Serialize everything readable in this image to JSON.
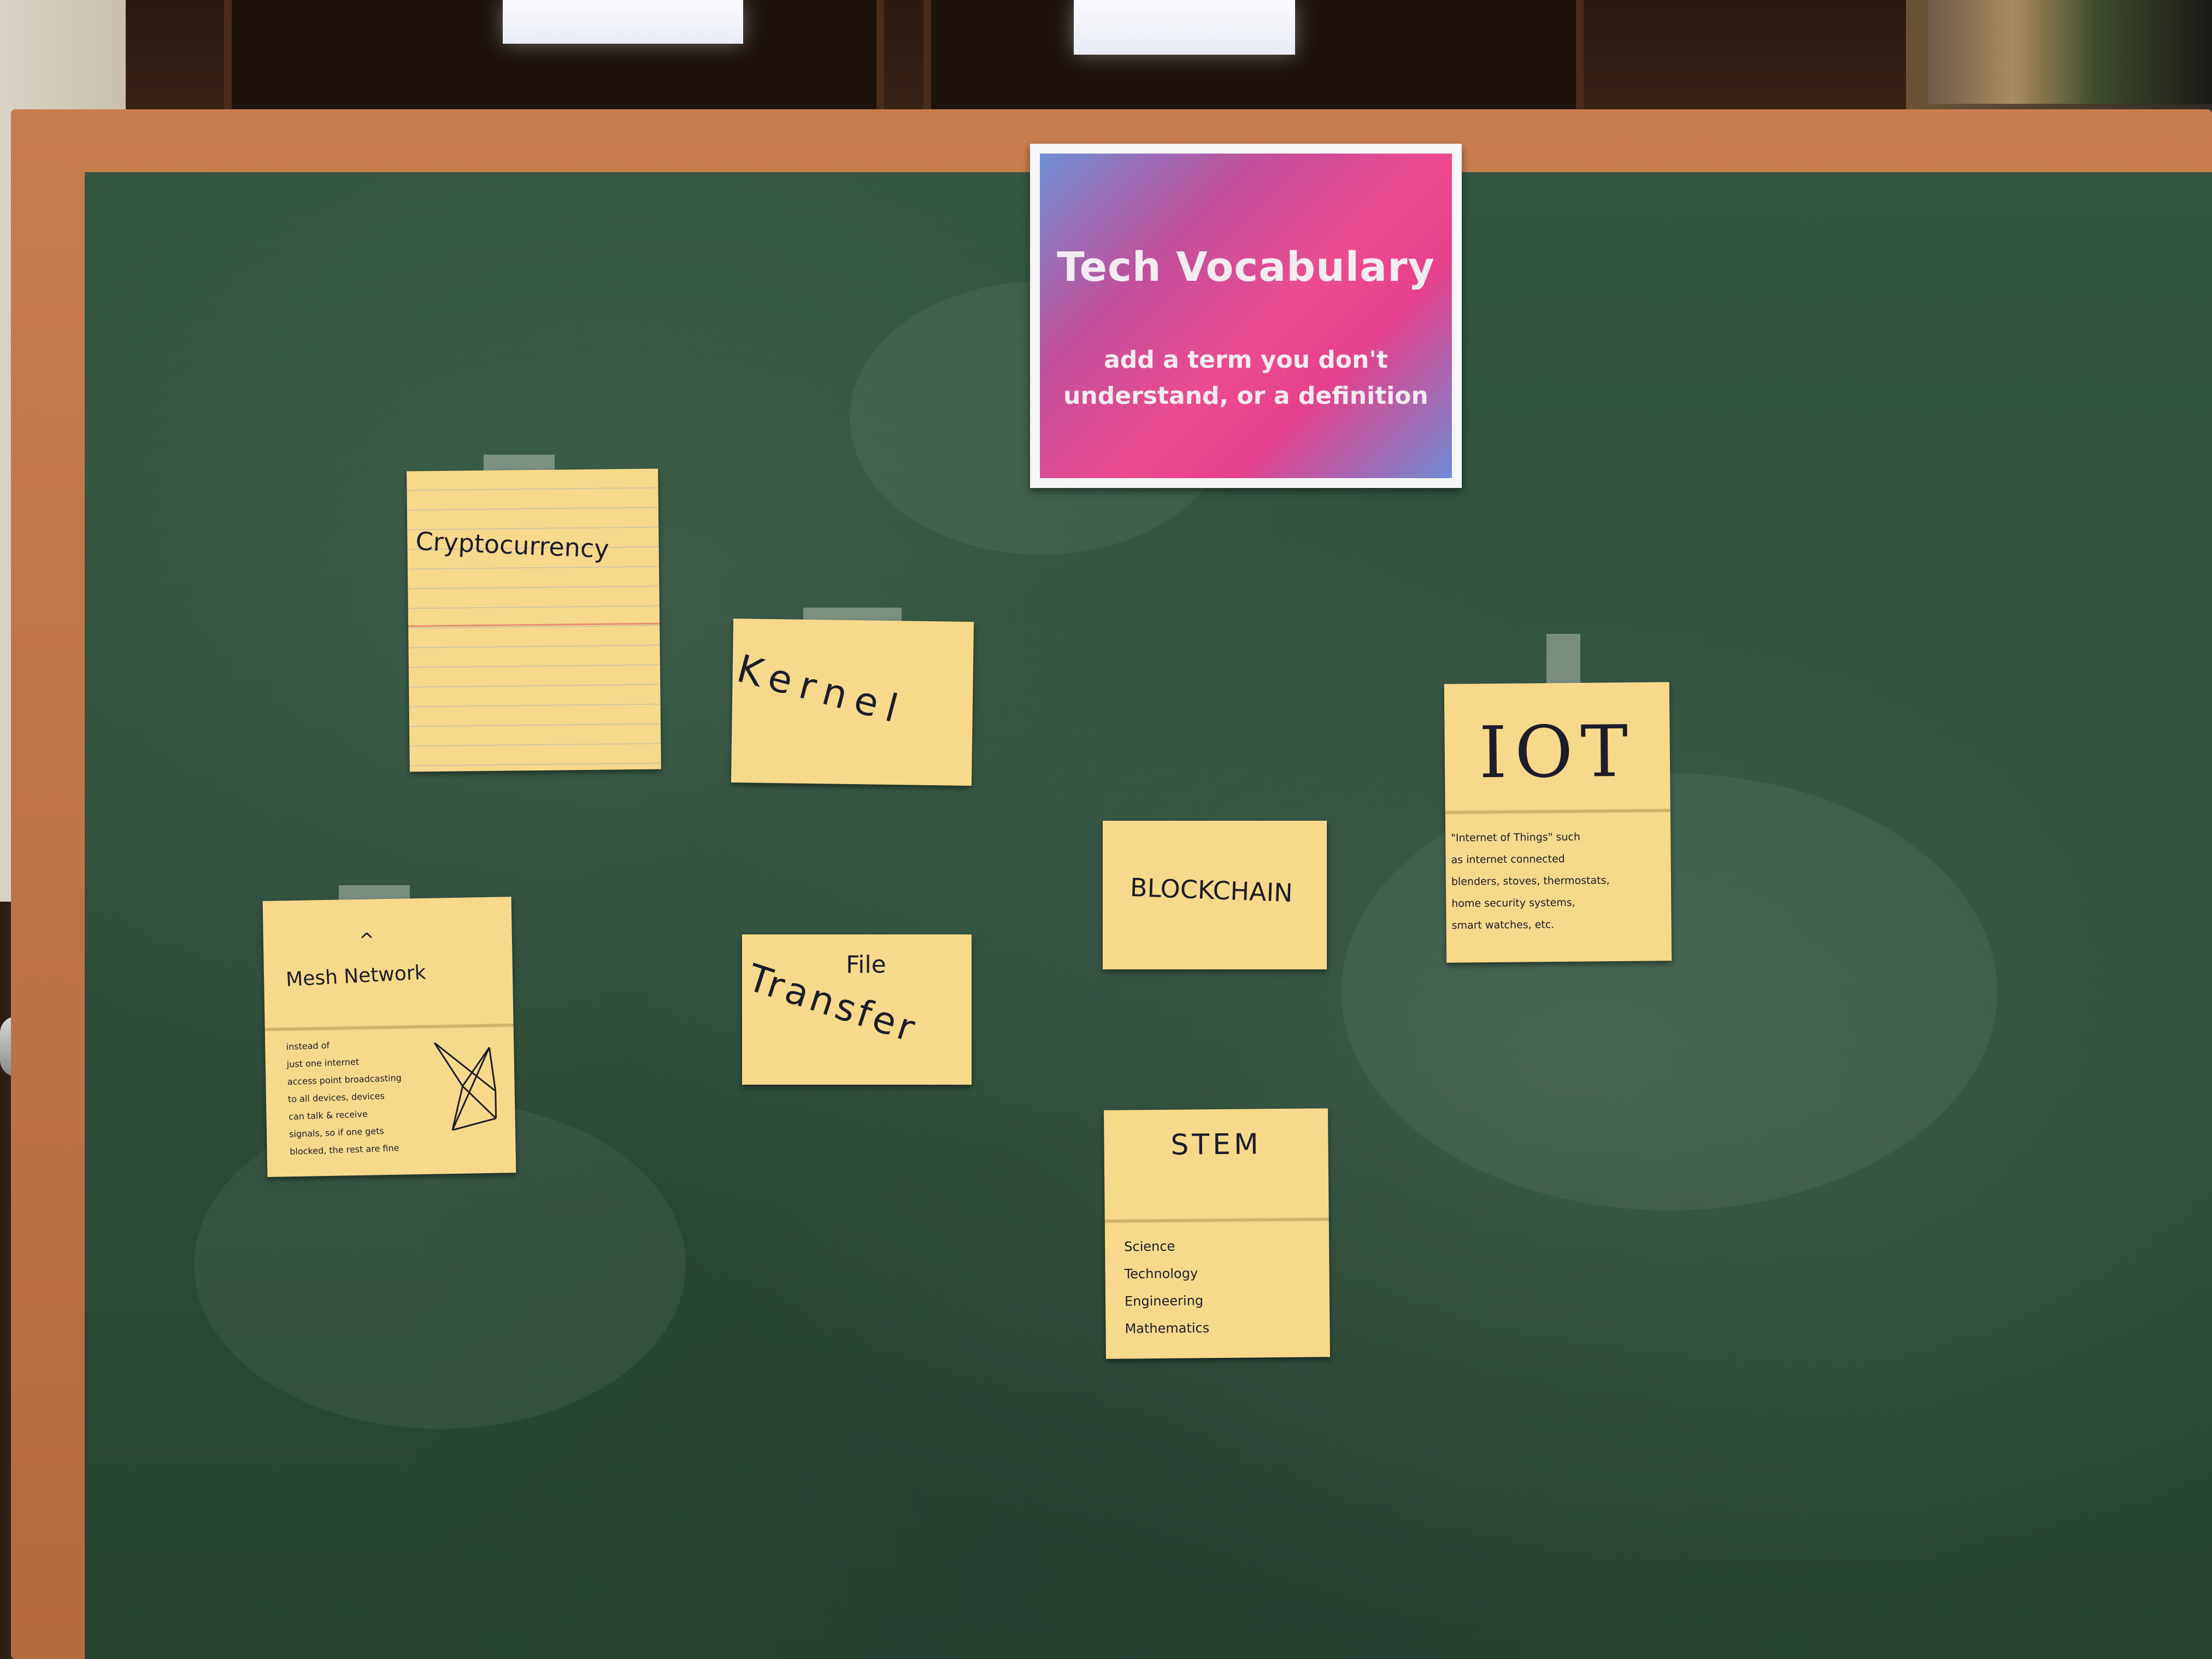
{
  "sign": {
    "title": "Tech Vocabulary",
    "subtitle_line1": "add a term you don't",
    "subtitle_line2": "understand, or a definition"
  },
  "cards": {
    "cryptocurrency": {
      "term": "Cryptocurrency"
    },
    "kernel": {
      "term": "Kernel"
    },
    "iot": {
      "term": "IOT",
      "definition": "\"Internet of Things\" such\nas internet connected\nblenders, stoves, thermostats,\nhome security systems,\nsmart watches, etc."
    },
    "blockchain": {
      "term": "BLOCKCHAIN"
    },
    "mesh_network": {
      "caret": "^",
      "term": "Mesh Network",
      "definition": "instead of\njust one internet\naccess point broadcasting\nto all devices, devices\ncan talk & receive\nsignals, so if one gets\nblocked, the rest are fine"
    },
    "file_transfer": {
      "term_top": "File",
      "term_bottom": "Transfer"
    },
    "stem": {
      "term": "STEM",
      "definition": "Science\nTechnology\nEngineering\nMathematics"
    }
  }
}
